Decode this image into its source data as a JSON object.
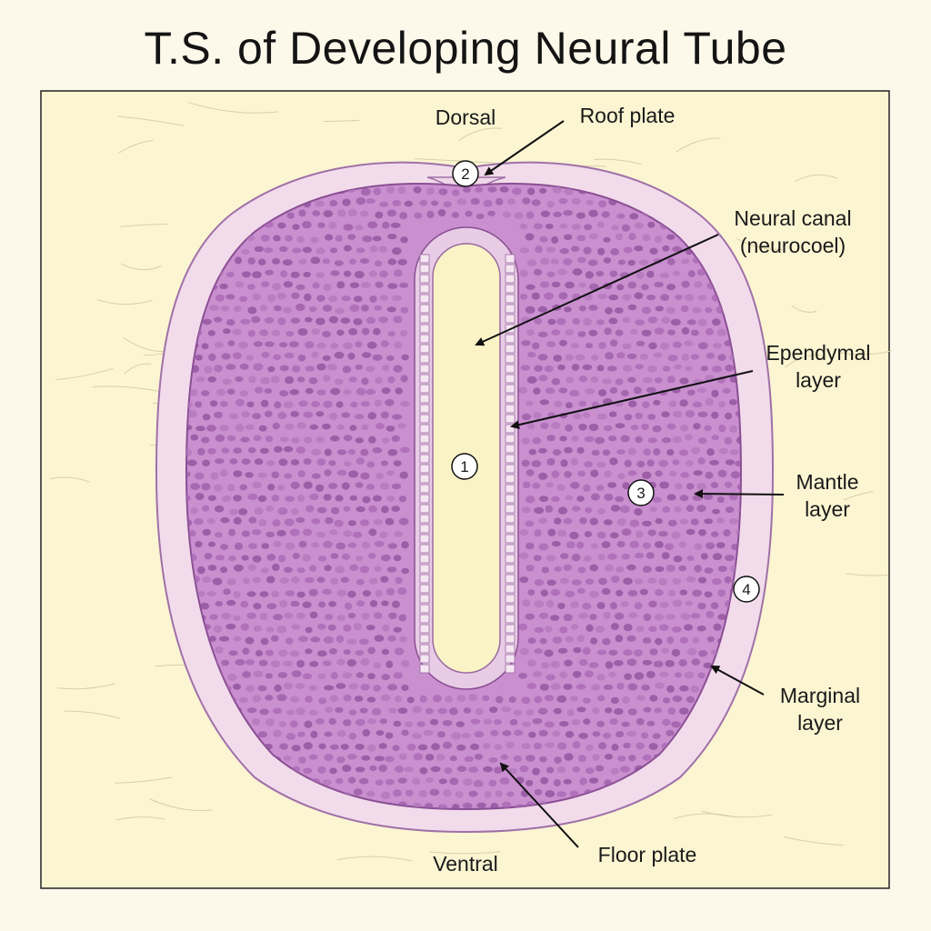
{
  "title": "T.S. of Developing Neural Tube",
  "orientation": {
    "dorsal": "Dorsal",
    "ventral": "Ventral"
  },
  "labels": {
    "roof_plate": "Roof plate",
    "neural_canal_line1": "Neural canal",
    "neural_canal_line2": "(neurocoel)",
    "ependymal_line1": "Ependymal",
    "ependymal_line2": "layer",
    "mantle_line1": "Mantle",
    "mantle_line2": "layer",
    "marginal_line1": "Marginal",
    "marginal_line2": "layer",
    "floor_plate": "Floor plate"
  },
  "markers": {
    "one": "1",
    "two": "2",
    "three": "3",
    "four": "4"
  },
  "colors": {
    "background": "#fcf8ea",
    "panel": "#fbf5d2",
    "marginal_layer": "#f2dcec",
    "mantle_layer": "#c98fcf",
    "cell": "#9a5aa6",
    "canal": "#faf3c6"
  }
}
